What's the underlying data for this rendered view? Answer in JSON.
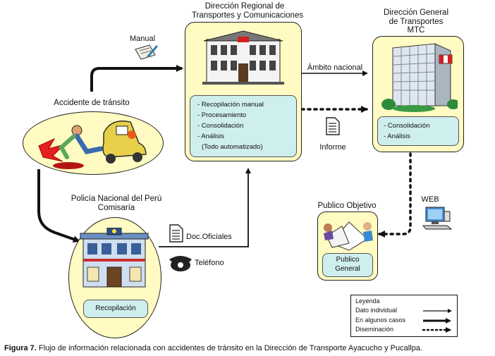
{
  "nodes": {
    "regional": {
      "title": [
        "Dirección Regional de",
        "Transportes y Comunicaciones"
      ],
      "items": [
        "- Recopilación manual",
        "- Procesamiento",
        "- Consolidación",
        "- Análisis",
        "(Todo automatizado)"
      ]
    },
    "general": {
      "title": [
        "Dirección General",
        "de Transportes",
        "MTC"
      ],
      "items": [
        "- Consolidación",
        "- Análisis"
      ]
    },
    "accident": {
      "title": "Accidente de tránsito"
    },
    "police": {
      "title": [
        "Policía Nacional del Perú",
        "Comisaría"
      ],
      "box": "Recopilación"
    },
    "public": {
      "title": "Publico Objetivo",
      "box": [
        "Publico",
        "General"
      ]
    }
  },
  "edge_labels": {
    "manual": "Manual",
    "ambito": "Ámbito nacional",
    "informe": "Informe",
    "doc_oficiales": "Doc.Oficiales",
    "telefono": "Teléfono",
    "web": "WEB"
  },
  "legend": {
    "title": "Leyenda",
    "rows": [
      "Dato individual",
      "En algunos casos",
      "Diseminación"
    ]
  },
  "caption": {
    "prefix": "Figura 7.",
    "text": " Flujo de información relacionada con accidentes de tránsito en la Dirección de Transporte Ayacucho y Pucallpa."
  },
  "colors": {
    "panel": "#fffbc2",
    "subpanel": "#cfeeee",
    "peru_red": "#d21f1f"
  },
  "icons": [
    "document-icon",
    "phone-icon",
    "web-computer-icon",
    "building-icon",
    "accident-icon",
    "police-station-icon",
    "people-icon"
  ]
}
